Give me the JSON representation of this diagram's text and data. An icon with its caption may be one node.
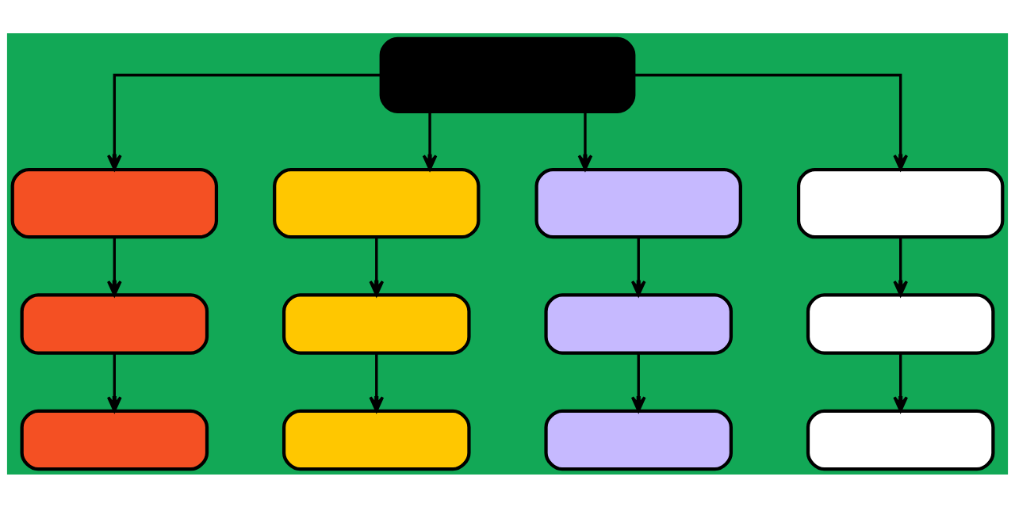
{
  "diagram": {
    "nodes": [
      {
        "text": [],
        "shape": "box"
      },
      {
        "text": [],
        "shape": "box"
      },
      {
        "text": [],
        "shape": "box"
      },
      {
        "text": [],
        "shape": "box"
      },
      {
        "text": [],
        "shape": "box"
      },
      {
        "text": [],
        "shape": "box"
      },
      {
        "text": [],
        "shape": "box"
      },
      {
        "text": [],
        "shape": "box"
      },
      {
        "text": [],
        "shape": "box"
      },
      {
        "text": [],
        "shape": "box"
      },
      {
        "text": [],
        "shape": "box"
      },
      {
        "text": [],
        "shape": "box"
      },
      {
        "text": [],
        "shape": "box"
      }
    ],
    "edges": [
      {
        "from": 0,
        "to": 1,
        "arrow": "to"
      },
      {
        "from": 0,
        "to": 2,
        "arrow": "to"
      },
      {
        "from": 0,
        "to": 3,
        "arrow": "to"
      },
      {
        "from": 0,
        "to": 4,
        "arrow": "to"
      },
      {
        "from": 1,
        "to": 5,
        "arrow": "to"
      },
      {
        "from": 5,
        "to": 9,
        "arrow": "to"
      },
      {
        "from": 2,
        "to": 6,
        "arrow": "to"
      },
      {
        "from": 6,
        "to": 10,
        "arrow": "to"
      },
      {
        "from": 3,
        "to": 7,
        "arrow": "to"
      },
      {
        "from": 7,
        "to": 11,
        "arrow": "to"
      },
      {
        "from": 4,
        "to": 8,
        "arrow": "to"
      },
      {
        "from": 8,
        "to": 12,
        "arrow": "to"
      }
    ]
  }
}
